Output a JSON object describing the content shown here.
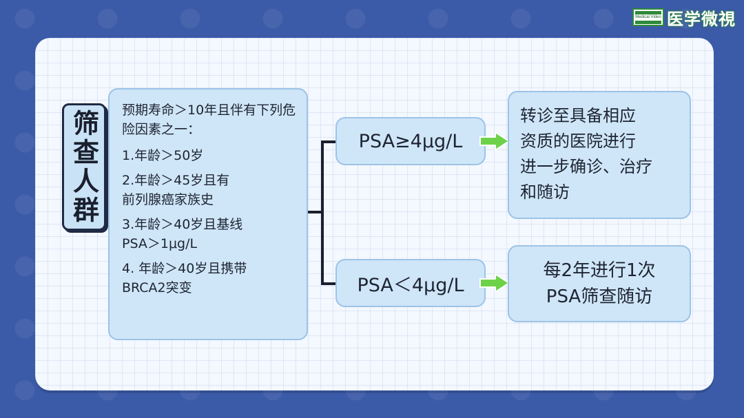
{
  "brand": {
    "mark_text": "Medical Video",
    "name": "医学微視",
    "accent": "#2f8a3a"
  },
  "screen_label": "筛查人群",
  "criteria": {
    "intro": "预期寿命＞10年且伴有下列危险因素之一：",
    "items": [
      "1.年龄＞50岁",
      "2.年龄＞45岁且有\n  前列腺癌家族史",
      "3.年龄＞40岁且基线\n  PSA＞1μg/L",
      "4. 年龄＞40岁且携带\n  BRCA2突变"
    ]
  },
  "branches": [
    {
      "condition": "PSA≥4μg/L",
      "result": [
        "转诊至具备相应",
        "资质的医院进行",
        "进一步确诊、治疗",
        "和随访"
      ]
    },
    {
      "condition": "PSA＜4μg/L",
      "result": [
        "每2年进行1次",
        "PSA筛查随访"
      ]
    }
  ],
  "colors": {
    "background": "#3b5aa8",
    "box_fill": "#cfe6f8",
    "arrow": "#6dd24a"
  }
}
